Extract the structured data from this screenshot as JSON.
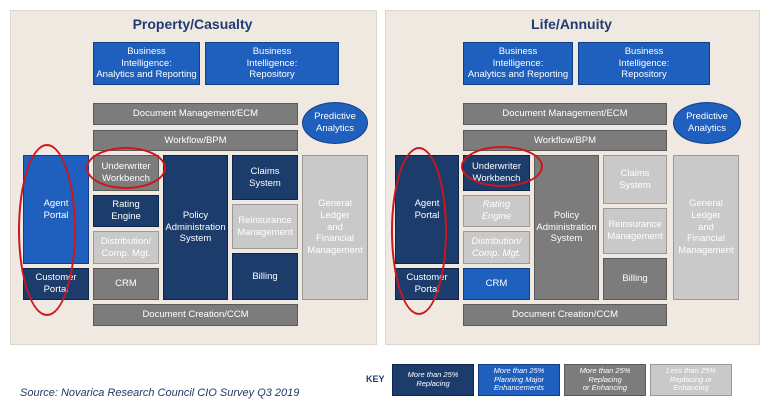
{
  "colors": {
    "navy": "#1c3c6c",
    "blue": "#1f5fbd",
    "dark_gray": "#7c7c7c",
    "light_gray": "#c9c9c9",
    "highlight": "#d0151b",
    "background": "#efe9e1"
  },
  "pc": {
    "title": "Property/Casualty",
    "bi_analytics": "Business\nIntelligence:\nAnalytics and Reporting",
    "bi_repository": "Business\nIntelligence:\nRepository",
    "doc_mgmt": "Document Management/ECM",
    "predictive": "Predictive\nAnalytics",
    "workflow": "Workflow/BPM",
    "agent_portal": "Agent\nPortal",
    "customer_portal": "Customer\nPortal",
    "underwriter": "Underwriter\nWorkbench",
    "rating": "Rating\nEngine",
    "distribution": "Distribution/\nComp. Mgt.",
    "crm": "CRM",
    "policy_admin": "Policy\nAdministration\nSystem",
    "claims": "Claims\nSystem",
    "reinsurance": "Reinsurance\nManagement",
    "billing": "Billing",
    "gl": "General\nLedger\nand\nFinancial\nManagement",
    "doc_creation": "Document Creation/CCM"
  },
  "la": {
    "title": "Life/Annuity",
    "bi_analytics": "Business\nIntelligence:\nAnalytics and Reporting",
    "bi_repository": "Business\nIntelligence:\nRepository",
    "doc_mgmt": "Document Management/ECM",
    "predictive": "Predictive\nAnalytics",
    "workflow": "Workflow/BPM",
    "agent_portal": "Agent\nPortal",
    "customer_portal": "Customer\nPortal",
    "underwriter": "Underwriter\nWorkbench",
    "rating": "Rating\nEngine",
    "distribution": "Distribution/\nComp. Mgt.",
    "crm": "CRM",
    "policy_admin": "Policy\nAdministration\nSystem",
    "claims": "Claims\nSystem",
    "reinsurance": "Reinsurance\nManagement",
    "billing": "Billing",
    "gl": "General\nLedger\nand\nFinancial\nManagement",
    "doc_creation": "Document Creation/CCM"
  },
  "source": "Source: Novarica Research Council CIO Survey Q3 2019",
  "key": {
    "label": "KEY",
    "items": [
      "More than 25%\nReplacing",
      "More than 25%\nPlanning Major\nEnhancements",
      "More than 25%\nReplacing\nor Enhancing",
      "Less than 25%\nReplacing or\nEnhancing"
    ]
  }
}
